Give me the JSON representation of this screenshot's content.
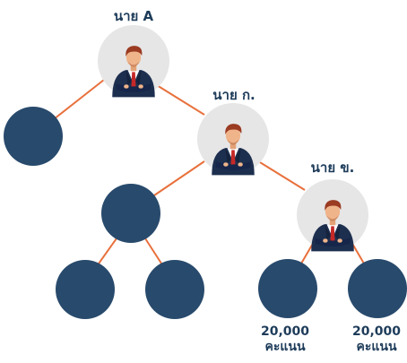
{
  "labels": {
    "top": "นาย A",
    "middle": "นาย ก.",
    "lower": "นาย ข."
  },
  "scores": [
    {
      "amount": "20,000",
      "unit": "คะแนน"
    },
    {
      "amount": "20,000",
      "unit": "คะแนน"
    }
  ],
  "colors": {
    "node": "#284a6c",
    "edge": "#e8703c",
    "avatar_bg": "#e6e6e6",
    "suit": "#1d2f4f",
    "skin": "#f0b48a",
    "hair": "#9a3b22",
    "tie": "#c62828",
    "text": "#1e3c5a"
  }
}
